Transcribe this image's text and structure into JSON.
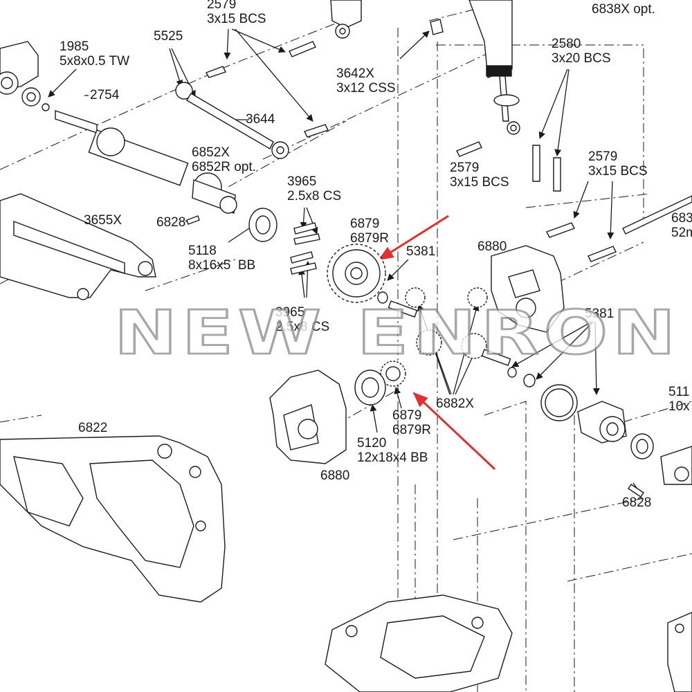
{
  "diagram": {
    "watermark": "NEW ENRON",
    "colors": {
      "line": "#1a1a1a",
      "arrow": "#e03030",
      "watermark_stroke": "#8a8a8a"
    },
    "callouts": [
      {
        "id": "c-2579-top",
        "lines": [
          "2579",
          "3x15 BCS"
        ]
      },
      {
        "id": "c-6838x",
        "lines": [
          "6838X opt."
        ]
      },
      {
        "id": "c-1985",
        "lines": [
          "1985",
          "5x8x0.5 TW"
        ]
      },
      {
        "id": "c-5525",
        "lines": [
          "5525"
        ]
      },
      {
        "id": "c-3642x",
        "lines": [
          "3642X",
          "3x12 CSS"
        ]
      },
      {
        "id": "c-2580",
        "lines": [
          "2580",
          "3x20 BCS"
        ]
      },
      {
        "id": "c-2754",
        "lines": [
          "2754"
        ]
      },
      {
        "id": "c-3644",
        "lines": [
          "3644"
        ]
      },
      {
        "id": "c-6852x",
        "lines": [
          "6852X",
          "6852R opt."
        ]
      },
      {
        "id": "c-2579-mid",
        "lines": [
          "2579",
          "3x15 BCS"
        ]
      },
      {
        "id": "c-2579-right",
        "lines": [
          "2579",
          "3x15 BCS"
        ]
      },
      {
        "id": "c-3965-top",
        "lines": [
          "3965",
          "2.5x8 CS"
        ]
      },
      {
        "id": "c-3655x",
        "lines": [
          "3655X"
        ]
      },
      {
        "id": "c-6828-left",
        "lines": [
          "6828"
        ]
      },
      {
        "id": "c-6879-top",
        "lines": [
          "6879",
          "6879R"
        ]
      },
      {
        "id": "c-683x",
        "lines": [
          "683",
          "52m"
        ]
      },
      {
        "id": "c-5118",
        "lines": [
          "5118",
          "8x16x5  BB"
        ]
      },
      {
        "id": "c-5381-top",
        "lines": [
          "5381"
        ]
      },
      {
        "id": "c-6880-top",
        "lines": [
          "6880"
        ]
      },
      {
        "id": "c-3965-bottom",
        "lines": [
          "3965",
          "2.5x8 CS"
        ]
      },
      {
        "id": "c-5381-right",
        "lines": [
          "5381"
        ]
      },
      {
        "id": "c-6882x",
        "lines": [
          "6882X"
        ]
      },
      {
        "id": "c-511x",
        "lines": [
          "511",
          "10x"
        ]
      },
      {
        "id": "c-6879-bottom",
        "lines": [
          "6879",
          "6879R"
        ]
      },
      {
        "id": "c-6822",
        "lines": [
          "6822"
        ]
      },
      {
        "id": "c-5120",
        "lines": [
          "5120",
          "12x18x4 BB"
        ]
      },
      {
        "id": "c-6880-bottom",
        "lines": [
          "6880"
        ]
      },
      {
        "id": "c-6828-right",
        "lines": [
          "6828"
        ]
      }
    ]
  }
}
